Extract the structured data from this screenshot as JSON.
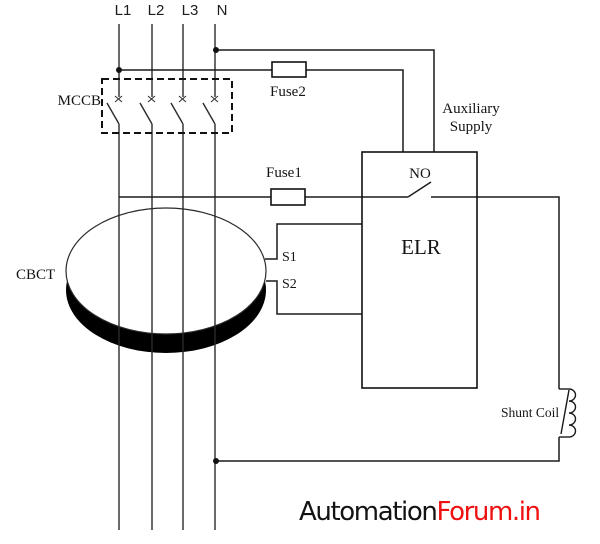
{
  "diagram": {
    "phases": [
      "L1",
      "L2",
      "L3",
      "N"
    ],
    "labels": {
      "mccb": "MCCB",
      "fuse2": "Fuse2",
      "fuse1": "Fuse1",
      "auxiliary_line1": "Auxiliary",
      "auxiliary_line2": "Supply",
      "no_contact": "NO",
      "elr": "ELR",
      "cbct": "CBCT",
      "s1": "S1",
      "s2": "S2",
      "shunt_coil": "Shunt Coil"
    },
    "colors": {
      "wire": "#1a1a1a",
      "torus_fill": "#000000"
    }
  },
  "footer": {
    "brand_part1": "Automation",
    "brand_part2": "Forum.in",
    "brand_red": "#ee1111"
  }
}
